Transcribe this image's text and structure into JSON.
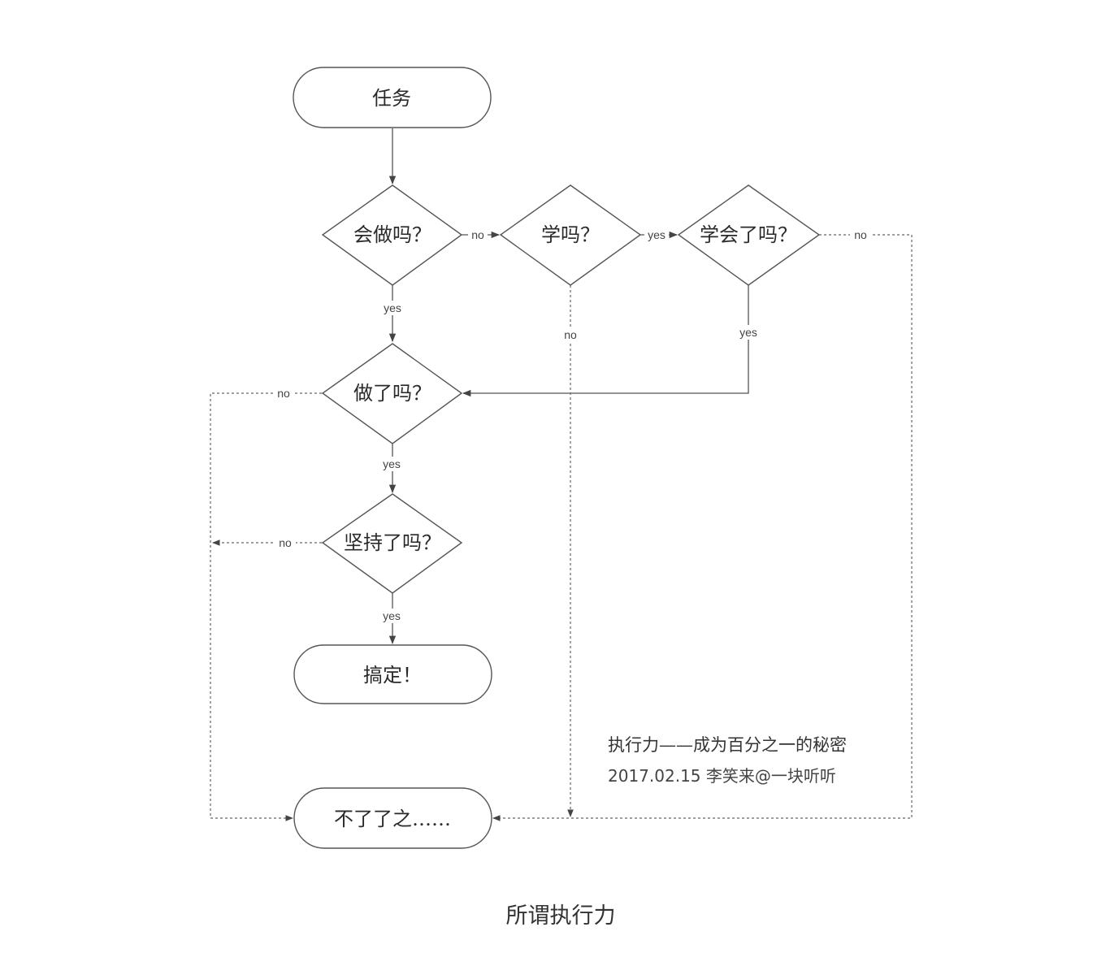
{
  "nodes": {
    "task": "任务",
    "can_do": "会做吗？",
    "learn": "学吗？",
    "learned": "学会了吗？",
    "did_it": "做了吗？",
    "persist": "坚持了吗？",
    "done": "搞定！",
    "abandoned": "不了了之……"
  },
  "edge_labels": {
    "can_do_no": "no",
    "learn_yes": "yes",
    "learned_no": "no",
    "can_do_yes": "yes",
    "learn_no": "no",
    "learned_yes": "yes",
    "did_no": "no",
    "did_yes": "yes",
    "persist_no": "no",
    "persist_yes": "yes"
  },
  "note": {
    "line1": "执行力——成为百分之一的秘密",
    "line2": "2017.02.15 李笑来@一块听听"
  },
  "caption": "所谓执行力"
}
